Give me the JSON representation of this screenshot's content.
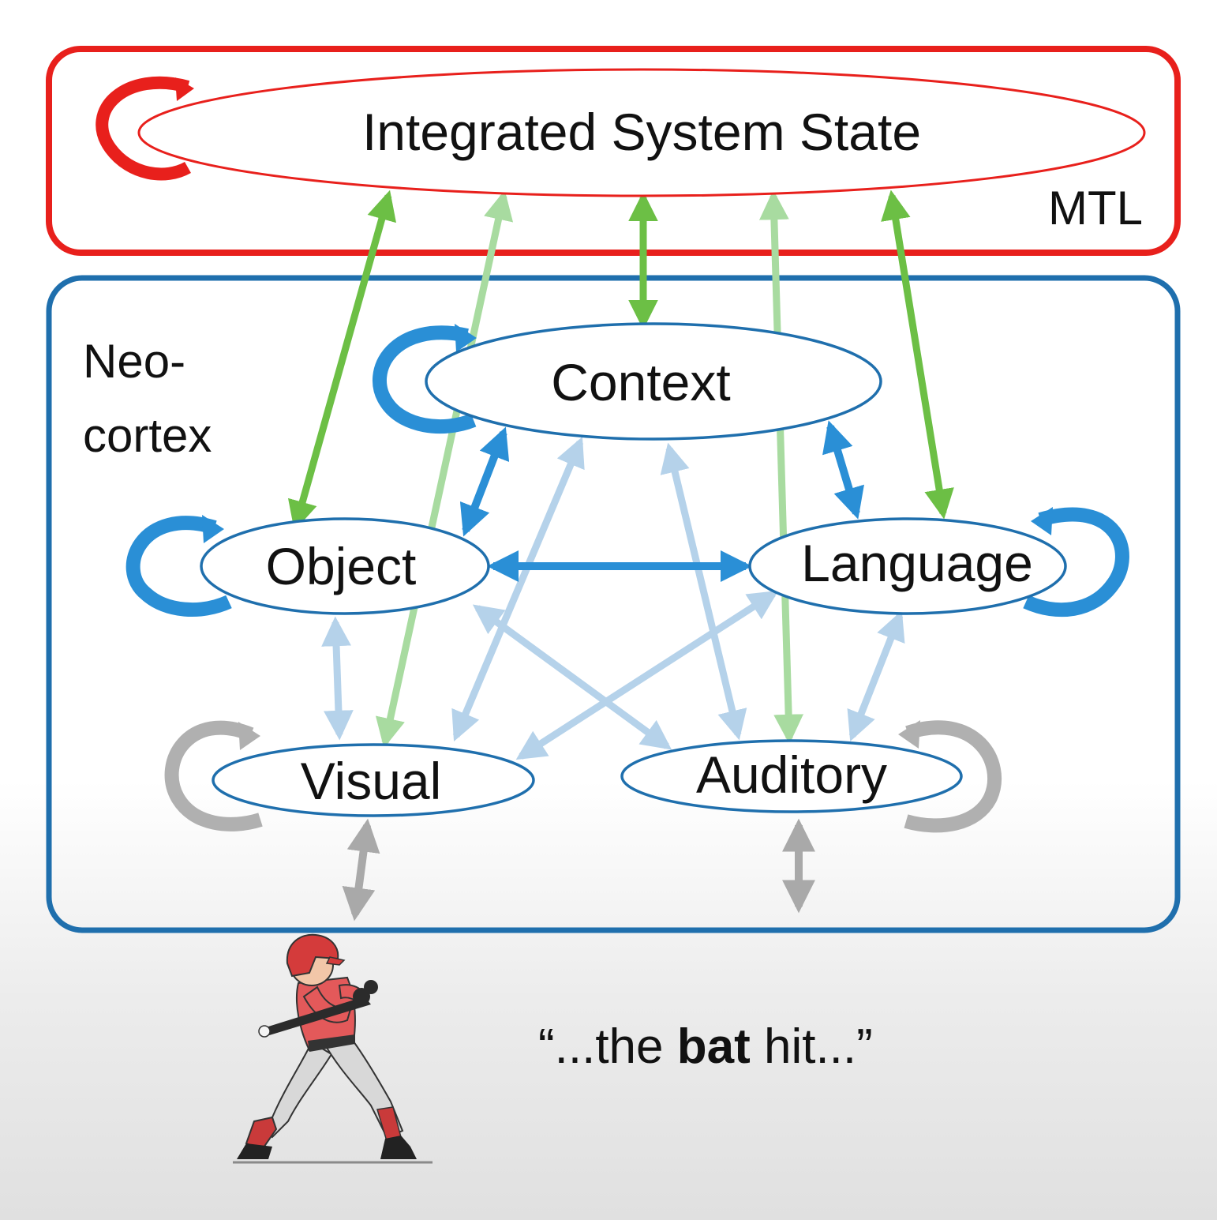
{
  "regions": {
    "mtl": {
      "label": "MTL",
      "color": "#e8201c"
    },
    "neocortex": {
      "label_line1": "Neo-",
      "label_line2": "cortex",
      "color": "#1f6fad"
    }
  },
  "nodes": {
    "integrated": "Integrated System State",
    "context": "Context",
    "object": "Object",
    "language": "Language",
    "visual": "Visual",
    "auditory": "Auditory"
  },
  "quote": {
    "before": "“...the ",
    "bold": "bat",
    "after": " hit...”"
  },
  "illustration": "baseball-batter",
  "colors": {
    "mtl_red": "#e8201c",
    "node_blue": "#1f6fad",
    "strong_green": "#6cbf45",
    "light_green": "#a8dba0",
    "strong_blue": "#2a8fd6",
    "light_blue": "#b5d2ea",
    "loop_blue": "#2a8fd6",
    "loop_gray": "#b0b0b0",
    "io_gray": "#a9a9a9"
  }
}
